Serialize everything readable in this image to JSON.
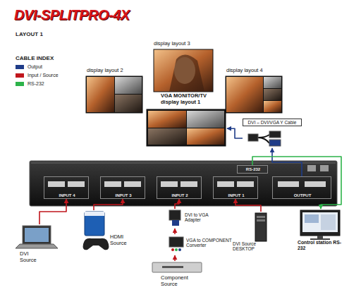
{
  "diagram": {
    "title": "DVI-SPLITPRO-4X",
    "nodes": [
      {
        "text": [
          "display layout 3"
        ]
      },
      {
        "text": [
          "display layout 2"
        ]
      },
      {
        "text": [
          "display layout 4"
        ]
      },
      {
        "text": [
          "VGA MONITOR/TV display layout 1"
        ]
      },
      {
        "text": [
          "DVI – DVI/VGA Y Cable"
        ]
      },
      {
        "text": [
          "INPUT 4"
        ]
      },
      {
        "text": [
          "INPUT 3"
        ]
      },
      {
        "text": [
          "INPUT 2"
        ]
      },
      {
        "text": [
          "INPUT 1"
        ]
      },
      {
        "text": [
          "RS-232"
        ]
      },
      {
        "text": [
          "OUTPUT"
        ]
      },
      {
        "text": [
          "DVI Source"
        ]
      },
      {
        "text": [
          "HDMI Source"
        ]
      },
      {
        "text": [
          "DVI to VGA Adapter"
        ]
      },
      {
        "text": [
          "VGA to COMPONENT Converter"
        ]
      },
      {
        "text": [
          "Component Source"
        ]
      },
      {
        "text": [
          "DVI Source DESKTOP"
        ]
      },
      {
        "text": [
          "Control station RS-232"
        ]
      }
    ],
    "edges": [
      {
        "from": 11,
        "to": 5,
        "arrow": "to"
      },
      {
        "from": 12,
        "to": 6,
        "arrow": "to"
      },
      {
        "from": 15,
        "to": 14,
        "arrow": "to"
      },
      {
        "from": 14,
        "to": 13,
        "arrow": "to"
      },
      {
        "from": 13,
        "to": 7,
        "arrow": "to"
      },
      {
        "from": 16,
        "to": 8,
        "arrow": "to"
      },
      {
        "from": 10,
        "to": 4,
        "arrow": "to"
      },
      {
        "from": 4,
        "to": 3,
        "arrow": "to"
      },
      {
        "from": 9,
        "to": 17,
        "arrow": "to"
      }
    ],
    "labels": [
      "LAYOUT 1",
      "CABLE INDEX"
    ],
    "legend": [
      {
        "text": "Output",
        "color": "#1f3c88"
      },
      {
        "text": "Input / Source",
        "color": "#c0161c"
      },
      {
        "text": "RS-232",
        "color": "#2db34a"
      }
    ]
  }
}
